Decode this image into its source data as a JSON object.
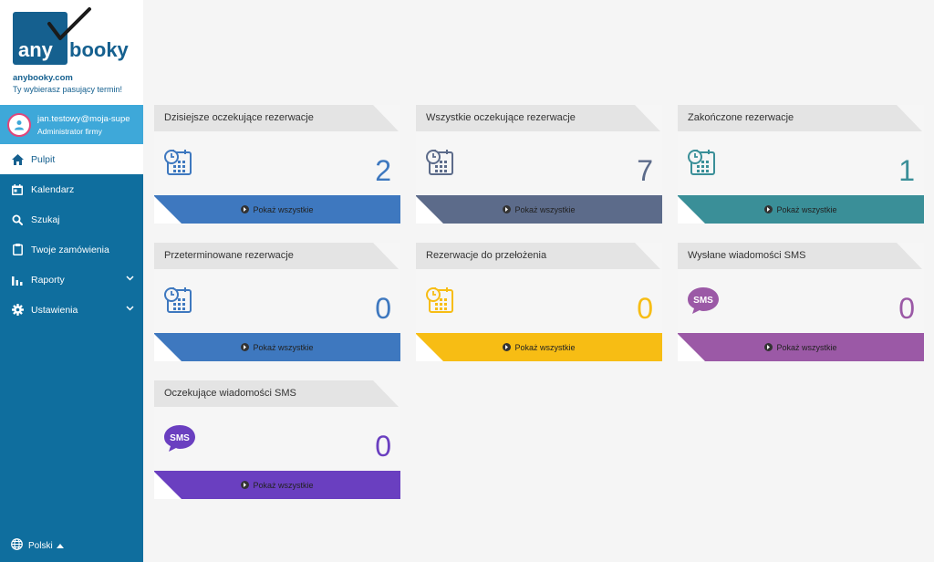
{
  "brand": {
    "logo_any": "any",
    "logo_booky": "booky",
    "url": "anybooky.com",
    "slogan": "Ty wybierasz pasujący termin!"
  },
  "user": {
    "email": "jan.testowy@moja-supe",
    "role": "Administrator firmy"
  },
  "nav": [
    {
      "label": "Pulpit",
      "icon": "home-icon",
      "active": true
    },
    {
      "label": "Kalendarz",
      "icon": "calendar-icon"
    },
    {
      "label": "Szukaj",
      "icon": "search-icon"
    },
    {
      "label": "Twoje zamówienia",
      "icon": "clipboard-icon"
    },
    {
      "label": "Raporty",
      "icon": "bar-chart-icon",
      "expandable": true
    },
    {
      "label": "Ustawienia",
      "icon": "gear-icon",
      "expandable": true
    }
  ],
  "language": "Polski",
  "cards": [
    {
      "title": "Dzisiejsze oczekujące rezerwacje",
      "count": "2",
      "color": "#3e78bf",
      "icon": "calendar-clock-icon",
      "link": "Pokaż wszystkie"
    },
    {
      "title": "Wszystkie oczekujące rezerwacje",
      "count": "7",
      "color": "#5c6b8a",
      "icon": "calendar-clock-icon",
      "link": "Pokaż wszystkie"
    },
    {
      "title": "Zakończone rezerwacje",
      "count": "1",
      "color": "#3a8f98",
      "icon": "calendar-clock-icon",
      "link": "Pokaż wszystkie"
    },
    {
      "title": "Przeterminowane rezerwacje",
      "count": "0",
      "color": "#3e78bf",
      "icon": "calendar-clock-icon",
      "link": "Pokaż wszystkie"
    },
    {
      "title": "Rezerwacje do przełożenia",
      "count": "0",
      "color": "#f7bd14",
      "icon": "calendar-clock-icon",
      "link": "Pokaż wszystkie"
    },
    {
      "title": "Wysłane wiadomości SMS",
      "count": "0",
      "color": "#9b59a6",
      "icon": "sms-bubble-icon",
      "link": "Pokaż wszystkie",
      "sms": "SMS"
    },
    {
      "title": "Oczekujące wiadomości SMS",
      "count": "0",
      "color": "#6a3fc0",
      "icon": "sms-bubble-icon",
      "link": "Pokaż wszystkie",
      "sms": "SMS"
    }
  ]
}
